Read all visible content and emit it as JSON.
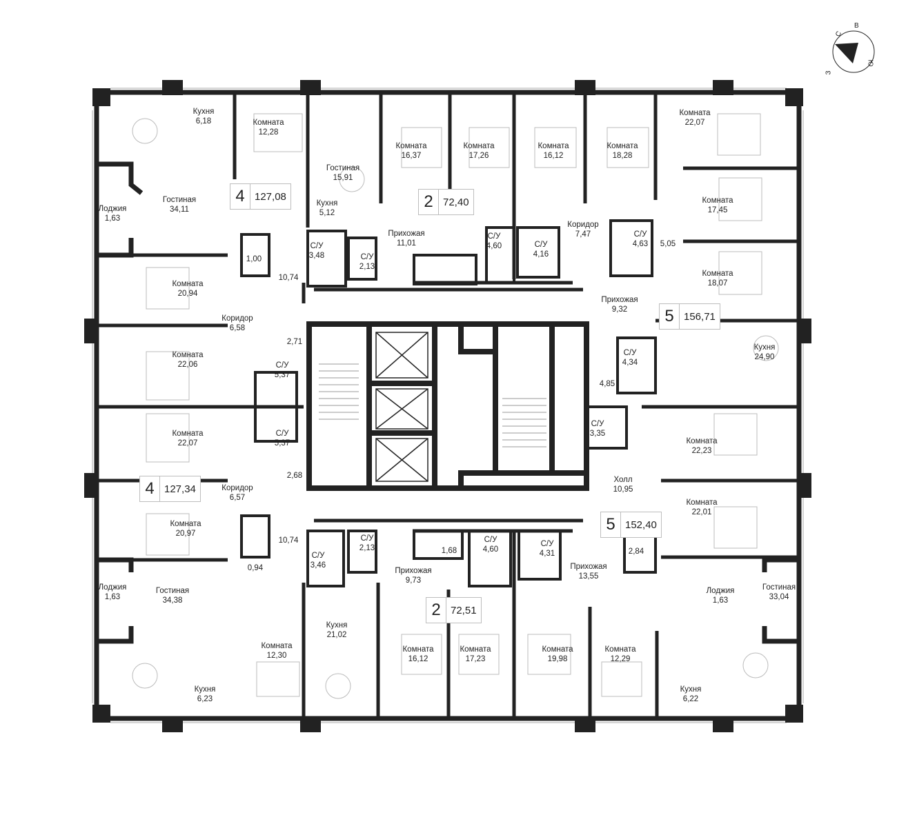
{
  "compass": {
    "north": "С",
    "east": "В",
    "south": "Ю",
    "west": "З"
  },
  "units": [
    {
      "rooms": "4",
      "area": "127,08"
    },
    {
      "rooms": "2",
      "area": "72,40"
    },
    {
      "rooms": "5",
      "area": "156,71"
    },
    {
      "rooms": "4",
      "area": "127,34"
    },
    {
      "rooms": "5",
      "area": "152,40"
    },
    {
      "rooms": "2",
      "area": "72,51"
    }
  ],
  "rooms": [
    {
      "name": "Кухня",
      "area": "6,18"
    },
    {
      "name": "Комната",
      "area": "12,28"
    },
    {
      "name": "Гостиная",
      "area": "15,91"
    },
    {
      "name": "Кухня",
      "area": "5,12"
    },
    {
      "name": "Комната",
      "area": "16,37"
    },
    {
      "name": "Комната",
      "area": "17,26"
    },
    {
      "name": "Комната",
      "area": "16,12"
    },
    {
      "name": "Комната",
      "area": "18,28"
    },
    {
      "name": "Комната",
      "area": "22,07"
    },
    {
      "name": "Гостиная",
      "area": "34,11"
    },
    {
      "name": "Лоджия",
      "area": "1,63"
    },
    {
      "name": "Комната",
      "area": "17,45"
    },
    {
      "name": "Прихожая",
      "area": "11,01"
    },
    {
      "name": "С/У",
      "area": "4,60"
    },
    {
      "name": "Коридор",
      "area": "7,47"
    },
    {
      "name": "С/У",
      "area": "4,16"
    },
    {
      "name": "С/У",
      "area": "4,63"
    },
    {
      "name": "",
      "area": "5,05"
    },
    {
      "name": "С/У",
      "area": "3,48"
    },
    {
      "name": "С/У",
      "area": "2,13"
    },
    {
      "name": "",
      "area": "1,00"
    },
    {
      "name": "",
      "area": "10,74"
    },
    {
      "name": "Комната",
      "area": "20,94"
    },
    {
      "name": "Комната",
      "area": "18,07"
    },
    {
      "name": "Прихожая",
      "area": "9,32"
    },
    {
      "name": "Коридор",
      "area": "6,58"
    },
    {
      "name": "",
      "area": "2,71"
    },
    {
      "name": "С/У",
      "area": "4,34"
    },
    {
      "name": "Кухня",
      "area": "24,90"
    },
    {
      "name": "Комната",
      "area": "22,06"
    },
    {
      "name": "С/У",
      "area": "5,37"
    },
    {
      "name": "",
      "area": "4,85"
    },
    {
      "name": "С/У",
      "area": "5,37"
    },
    {
      "name": "Комната",
      "area": "22,07"
    },
    {
      "name": "С/У",
      "area": "3,35"
    },
    {
      "name": "Комната",
      "area": "22,23"
    },
    {
      "name": "",
      "area": "2,68"
    },
    {
      "name": "Коридор",
      "area": "6,57"
    },
    {
      "name": "Холл",
      "area": "10,95"
    },
    {
      "name": "Комната",
      "area": "22,01"
    },
    {
      "name": "Комната",
      "area": "20,97"
    },
    {
      "name": "",
      "area": "10,74"
    },
    {
      "name": "С/У",
      "area": "2,13"
    },
    {
      "name": "С/У",
      "area": "4,60"
    },
    {
      "name": "С/У",
      "area": "4,31"
    },
    {
      "name": "",
      "area": "1,68"
    },
    {
      "name": "С/У",
      "area": "3,46"
    },
    {
      "name": "",
      "area": "0,94"
    },
    {
      "name": "",
      "area": "2,84"
    },
    {
      "name": "Прихожая",
      "area": "9,73"
    },
    {
      "name": "Прихожая",
      "area": "13,55"
    },
    {
      "name": "Лоджия",
      "area": "1,63"
    },
    {
      "name": "Гостиная",
      "area": "34,38"
    },
    {
      "name": "Гостиная",
      "area": "33,04"
    },
    {
      "name": "Лоджия",
      "area": "1,63"
    },
    {
      "name": "Кухня",
      "area": "21,02"
    },
    {
      "name": "Комната",
      "area": "12,30"
    },
    {
      "name": "Комната",
      "area": "16,12"
    },
    {
      "name": "Комната",
      "area": "17,23"
    },
    {
      "name": "Комната",
      "area": "19,98"
    },
    {
      "name": "Комната",
      "area": "12,29"
    },
    {
      "name": "Кухня",
      "area": "6,23"
    },
    {
      "name": "Кухня",
      "area": "6,22"
    }
  ]
}
